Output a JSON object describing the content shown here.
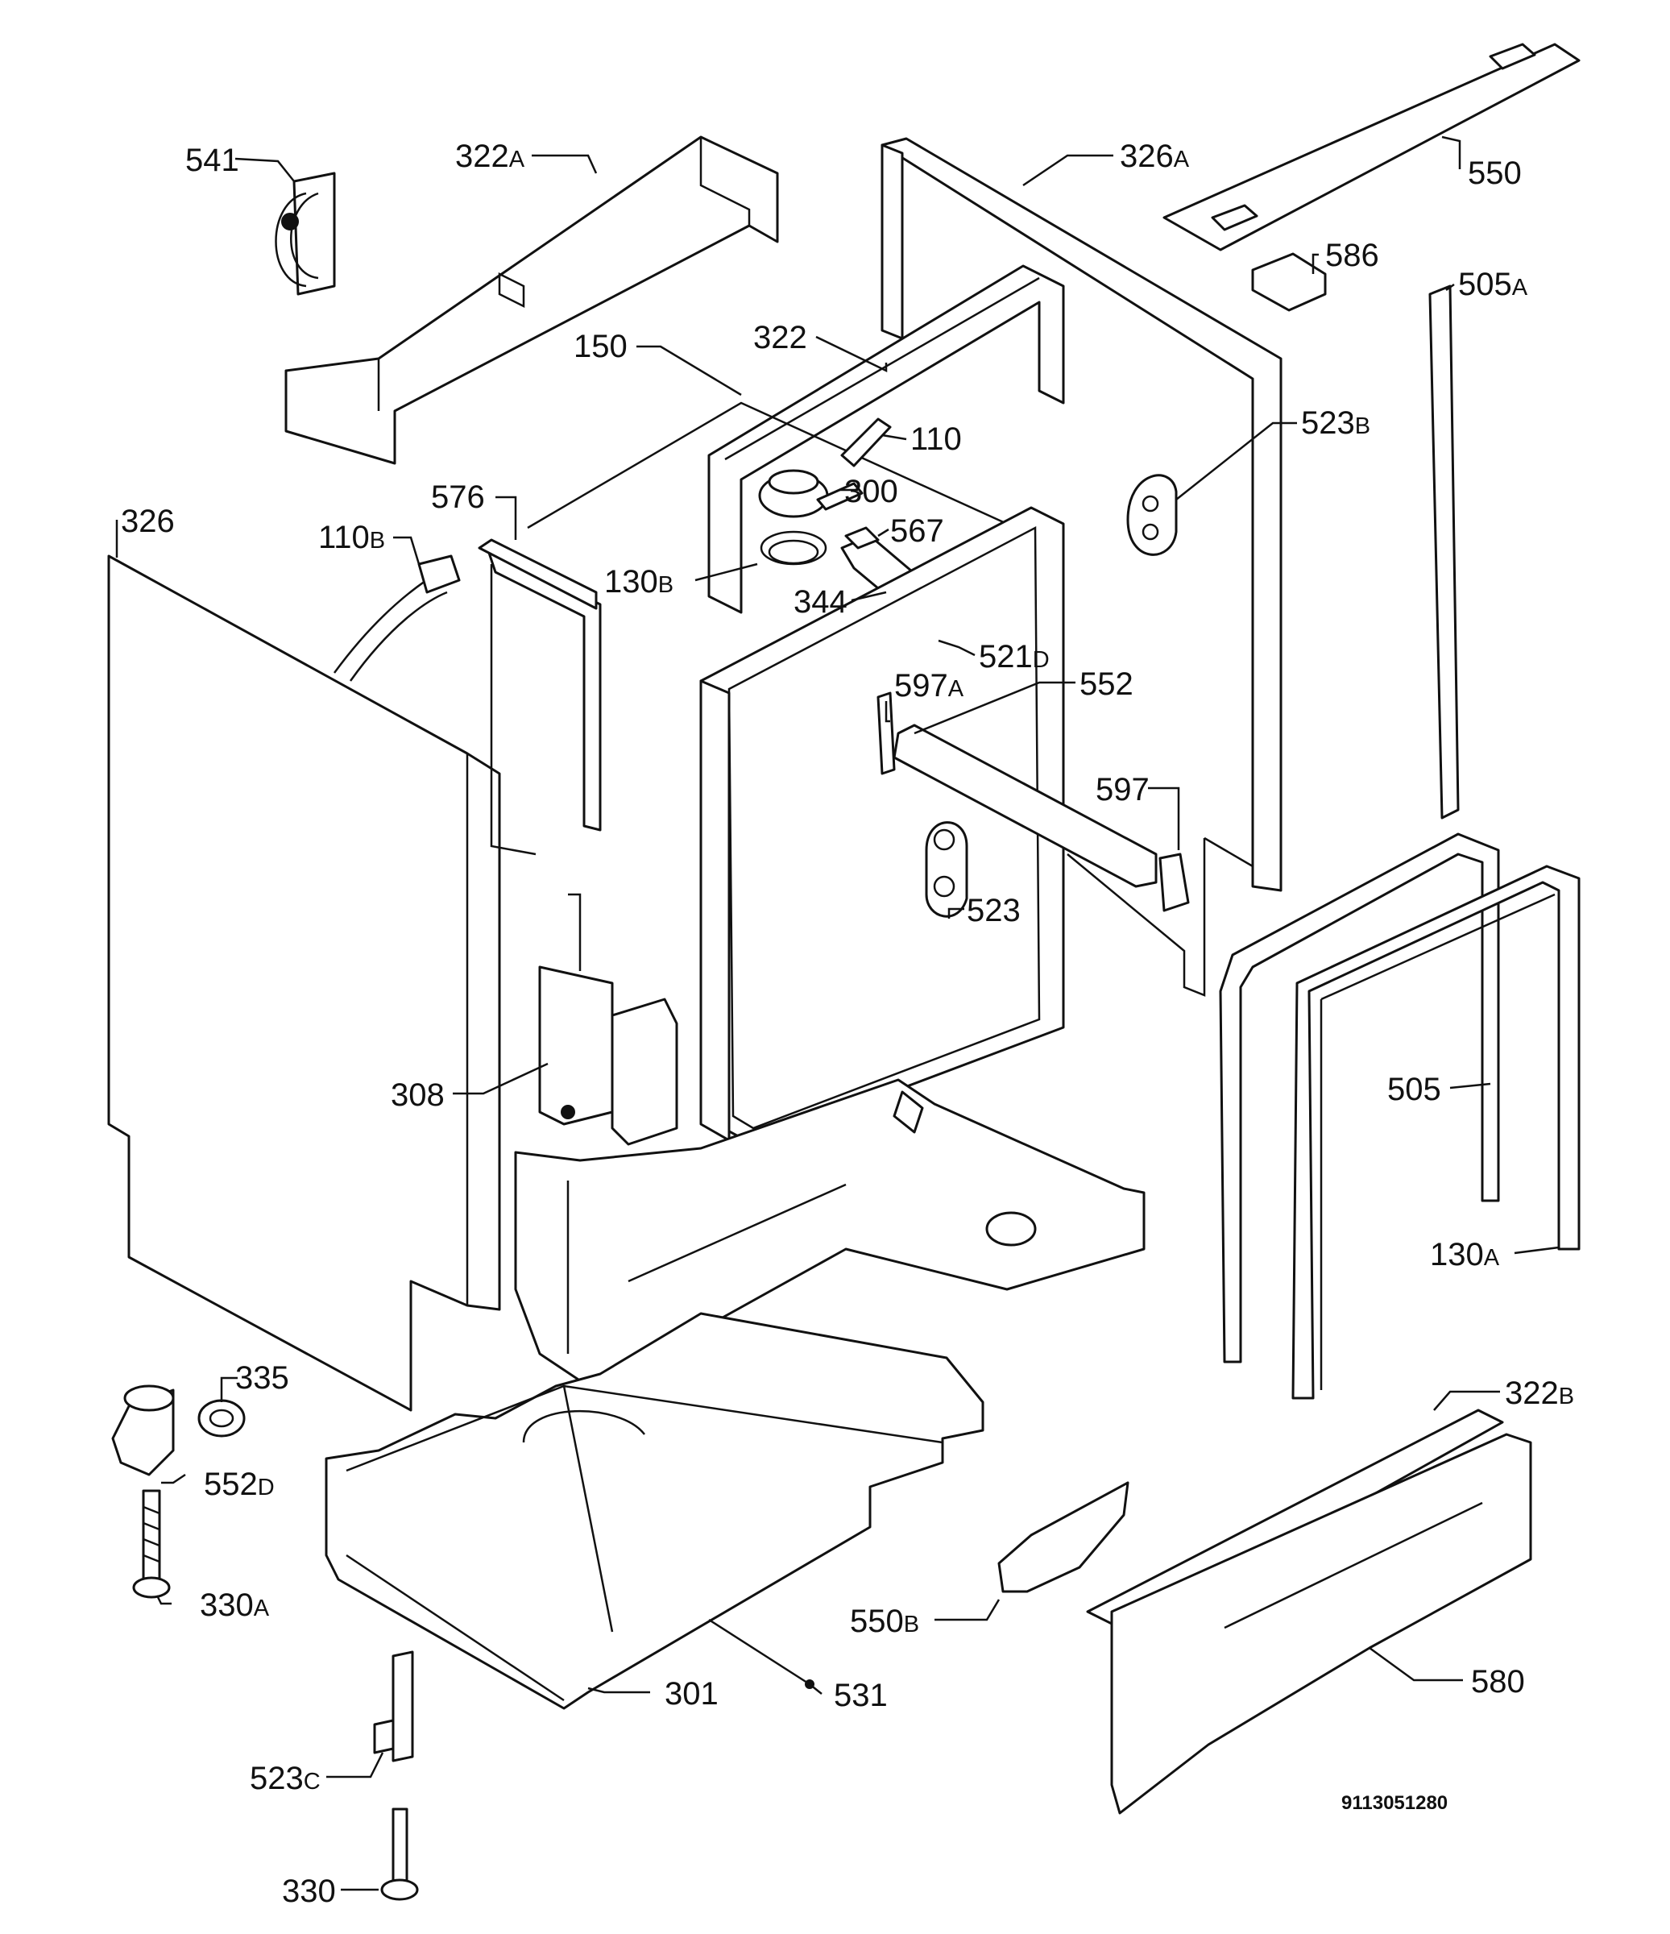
{
  "drawing_code": "9113051280",
  "labels": [
    {
      "id": "541",
      "num": "541",
      "sfx": ""
    },
    {
      "id": "322a",
      "num": "322",
      "sfx": "A"
    },
    {
      "id": "326a",
      "num": "326",
      "sfx": "A"
    },
    {
      "id": "550",
      "num": "550",
      "sfx": ""
    },
    {
      "id": "586",
      "num": "586",
      "sfx": ""
    },
    {
      "id": "505a",
      "num": "505",
      "sfx": "A"
    },
    {
      "id": "150",
      "num": "150",
      "sfx": ""
    },
    {
      "id": "322",
      "num": "322",
      "sfx": ""
    },
    {
      "id": "110",
      "num": "110",
      "sfx": ""
    },
    {
      "id": "523b",
      "num": "523",
      "sfx": "B"
    },
    {
      "id": "576",
      "num": "576",
      "sfx": ""
    },
    {
      "id": "300",
      "num": "300",
      "sfx": ""
    },
    {
      "id": "326",
      "num": "326",
      "sfx": ""
    },
    {
      "id": "110b",
      "num": "110",
      "sfx": "B"
    },
    {
      "id": "567",
      "num": "567",
      "sfx": ""
    },
    {
      "id": "130b",
      "num": "130",
      "sfx": "B"
    },
    {
      "id": "344",
      "num": "344",
      "sfx": ""
    },
    {
      "id": "521d",
      "num": "521",
      "sfx": "D"
    },
    {
      "id": "597a",
      "num": "597",
      "sfx": "A"
    },
    {
      "id": "552",
      "num": "552",
      "sfx": ""
    },
    {
      "id": "597",
      "num": "597",
      "sfx": ""
    },
    {
      "id": "523",
      "num": "523",
      "sfx": ""
    },
    {
      "id": "308",
      "num": "308",
      "sfx": ""
    },
    {
      "id": "505",
      "num": "505",
      "sfx": ""
    },
    {
      "id": "130a",
      "num": "130",
      "sfx": "A"
    },
    {
      "id": "335",
      "num": "335",
      "sfx": ""
    },
    {
      "id": "552d",
      "num": "552",
      "sfx": "D"
    },
    {
      "id": "322b",
      "num": "322",
      "sfx": "B"
    },
    {
      "id": "330a",
      "num": "330",
      "sfx": "A"
    },
    {
      "id": "550b",
      "num": "550",
      "sfx": "B"
    },
    {
      "id": "580",
      "num": "580",
      "sfx": ""
    },
    {
      "id": "301",
      "num": "301",
      "sfx": ""
    },
    {
      "id": "531",
      "num": "531",
      "sfx": ""
    },
    {
      "id": "523c",
      "num": "523",
      "sfx": "C"
    },
    {
      "id": "330",
      "num": "330",
      "sfx": ""
    }
  ]
}
